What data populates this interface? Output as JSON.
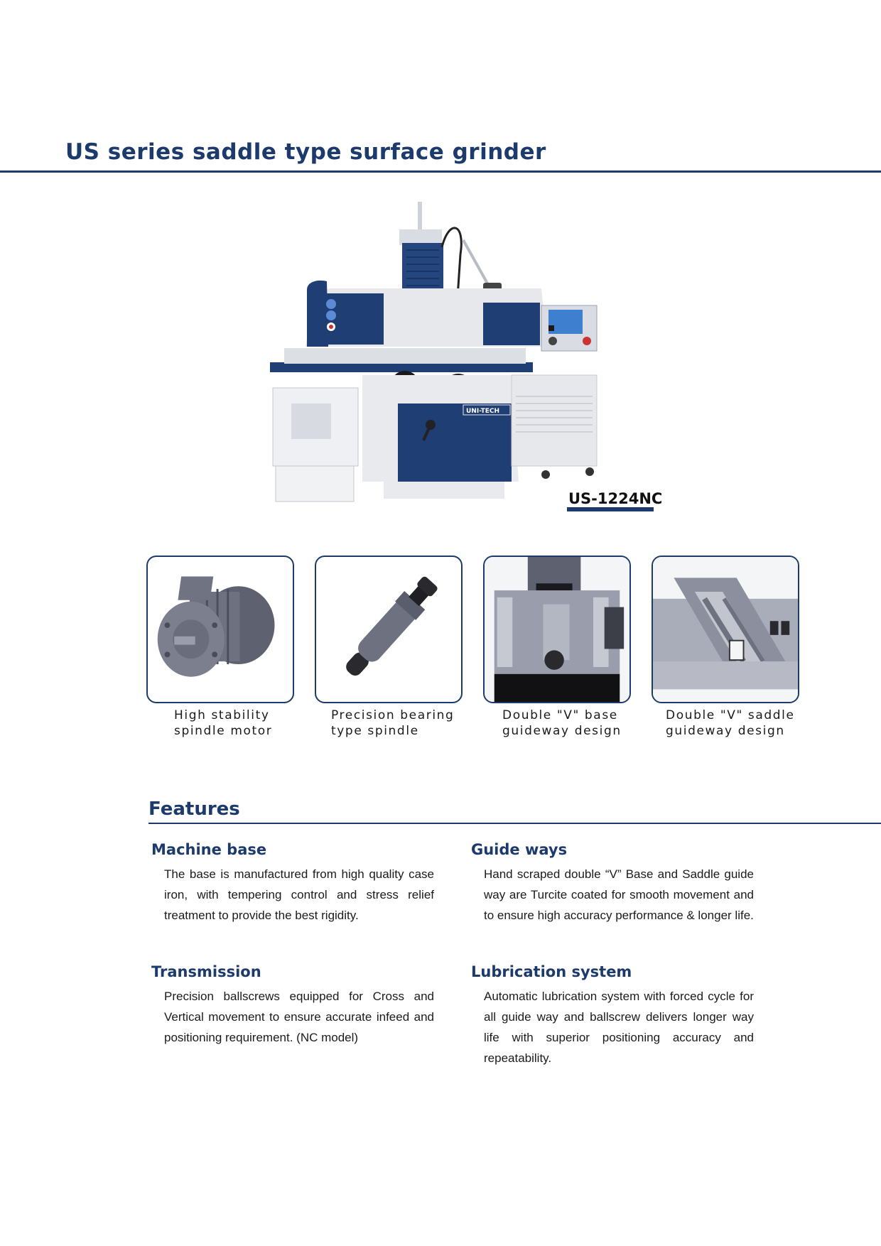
{
  "page": {
    "title": "US series saddle type surface grinder"
  },
  "hero": {
    "model": "US-1224NC",
    "brand": "UNI-TECH",
    "image": "surface grinder machine"
  },
  "highlights": [
    {
      "caption": "High stability\nspindle motor",
      "icon": "spindle-motor-render"
    },
    {
      "caption": "Precision bearing\ntype spindle",
      "icon": "spindle-render"
    },
    {
      "caption": "Double \"V\" base\nguideway design",
      "icon": "base-guideway-render"
    },
    {
      "caption": "Double \"V\" saddle\nguideway design",
      "icon": "saddle-guideway-render"
    }
  ],
  "features": {
    "title": "Features",
    "items": [
      {
        "heading": "Machine base",
        "body": "The base is manufactured from high quality case iron, with tempering control and stress relief treatment to provide the best rigidity."
      },
      {
        "heading": "Guide ways",
        "body": "Hand scraped double “V” Base and Saddle guide way are Turcite coated for smooth movement and to ensure high accuracy performance & longer life."
      },
      {
        "heading": "Transmission",
        "body": "Precision ballscrews equipped for Cross and Vertical movement to ensure accurate infeed and positioning requirement. (NC model)"
      },
      {
        "heading": "Lubrication system",
        "body": "Automatic lubrication system with forced cycle for all guide way and ballscrew delivers longer way life with superior positioning accuracy and repeatability."
      }
    ]
  },
  "colors": {
    "brand_navy": "#1c3a6b",
    "machine_blue": "#1f3e73",
    "render_gray": "#6d7180"
  }
}
